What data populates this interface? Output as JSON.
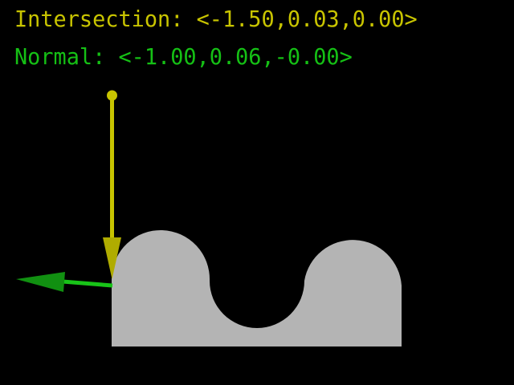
{
  "hud": {
    "intersection_label": "Intersection:",
    "intersection_value": "<-1.50,0.03,0.00>",
    "normal_label": "Normal:",
    "normal_value": "<-1.00,0.06,-0.00>"
  },
  "colors": {
    "background": "#000000",
    "intersection": "#c8c400",
    "normal": "#15c015",
    "shape_fill": "#b4b4b4",
    "ray": "#c8c400",
    "ray_arrowhead": "#b0ac00",
    "normal_arrow": "#18c418",
    "normal_arrowhead": "#119011"
  },
  "icons": {
    "ray": "ray-arrow-icon",
    "normal": "normal-arrow-icon"
  }
}
